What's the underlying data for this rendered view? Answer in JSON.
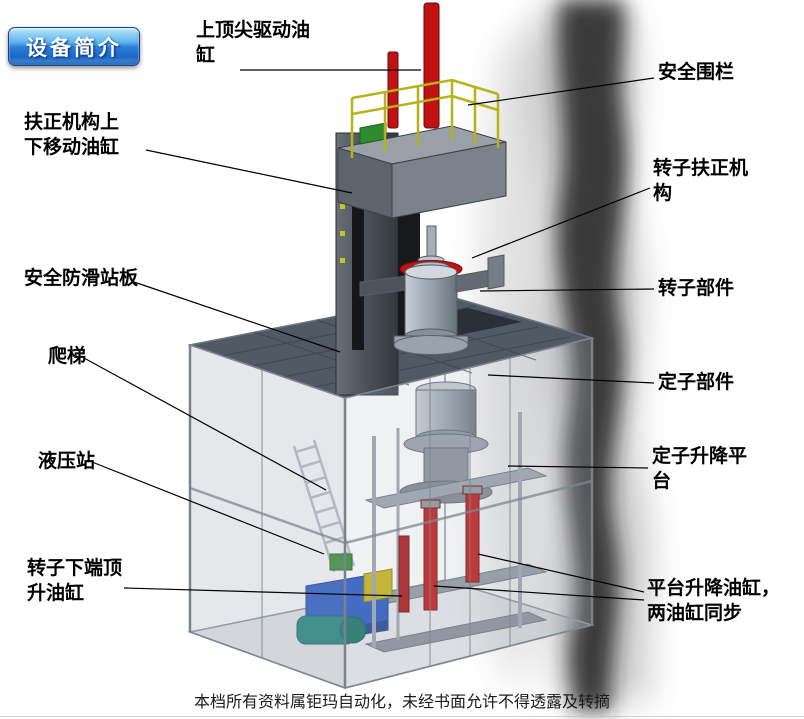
{
  "badge": {
    "label": "设备简介"
  },
  "labels": {
    "top_drive_cylinder": "上顶尖驱动油缸",
    "safety_fence": "安全围栏",
    "centering_lift_cylinder": "扶正机构上下移动油缸",
    "rotor_centering_mechanism": "转子扶正机构",
    "anti_slip_platform": "安全防滑站板",
    "rotor_component": "转子部件",
    "ladder": "爬梯",
    "stator_component": "定子部件",
    "hydraulic_station": "液压站",
    "stator_lift_platform": "定子升降平台",
    "rotor_bottom_jack_cylinder": "转子下端顶升油缸",
    "platform_lift_cylinders": "平台升降油缸，两油缸同步"
  },
  "footer": {
    "text": "本档所有资料属钜玛自动化，未经书面允许不得透露及转摘"
  },
  "colors": {
    "cylinder_red": "#c01212",
    "railing_yellow": "#b6b218",
    "tank_blue": "#2257c4",
    "motor_teal": "#15837a",
    "deck_gray": "#515965",
    "badge_blue": "#2b7fd8"
  }
}
